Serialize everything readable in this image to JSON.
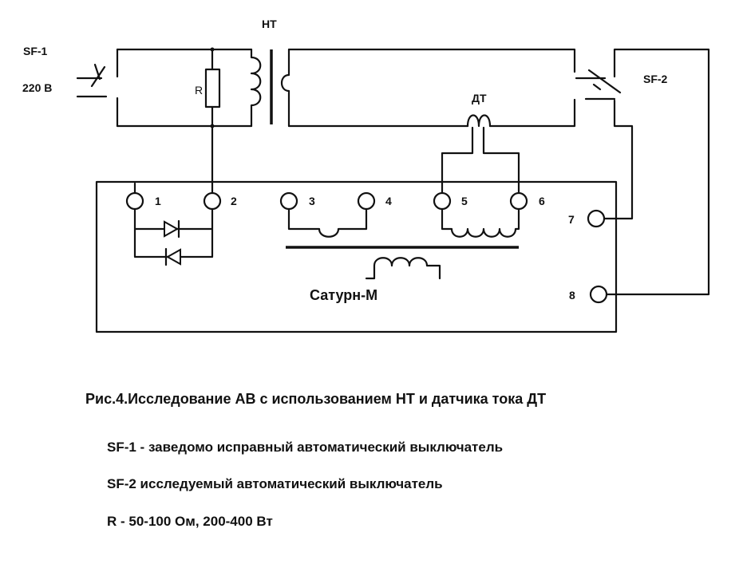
{
  "labels": {
    "sf1": "SF-1",
    "voltage": "220 В",
    "ht": "НТ",
    "r": "R",
    "dt": "ДТ",
    "sf2": "SF-2",
    "device": "Сатурн-М",
    "terminals": [
      "1",
      "2",
      "3",
      "4",
      "5",
      "6",
      "7",
      "8"
    ]
  },
  "caption": {
    "title": "Рис.4.Исследование АВ с использованием НТ и датчика тока ДТ",
    "notes": [
      "SF-1 - заведомо исправный автоматический выключатель",
      "SF-2 исследуемый автоматический выключатель",
      "R - 50-100 Ом, 200-400 Вт"
    ]
  }
}
